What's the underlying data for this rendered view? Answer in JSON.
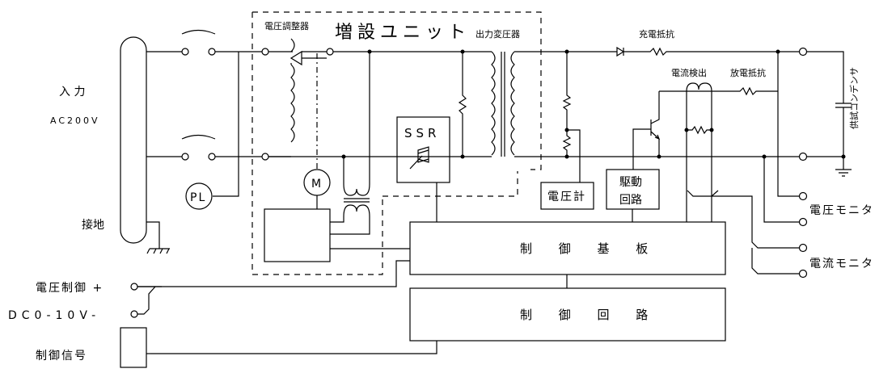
{
  "labels": {
    "input": "入 力",
    "ac200v": "AC200V",
    "ground": "接地",
    "pl": "PL",
    "voltage_regulator": "電圧調整器",
    "expansion_unit": "増設ユニット",
    "output_transformer": "出力変圧器",
    "motor": "M",
    "ssr": "SSR",
    "charge_resistor": "充電抵抗",
    "current_detect": "電流検出",
    "discharge_resistor": "放電抵抗",
    "test_capacitor": "供試コンデンサ",
    "voltmeter": "電圧計",
    "drive_circuit_1": "駆動",
    "drive_circuit_2": "回路",
    "control_board": "制 御 基 板",
    "control_circuit": "制 御 回 路",
    "voltage_monitor": "電圧モニタ",
    "current_monitor": "電流モニタ",
    "voltage_control_plus": "電圧制御 +",
    "dc_range_minus": "DC0-10V-",
    "control_signal": "制御信号"
  }
}
